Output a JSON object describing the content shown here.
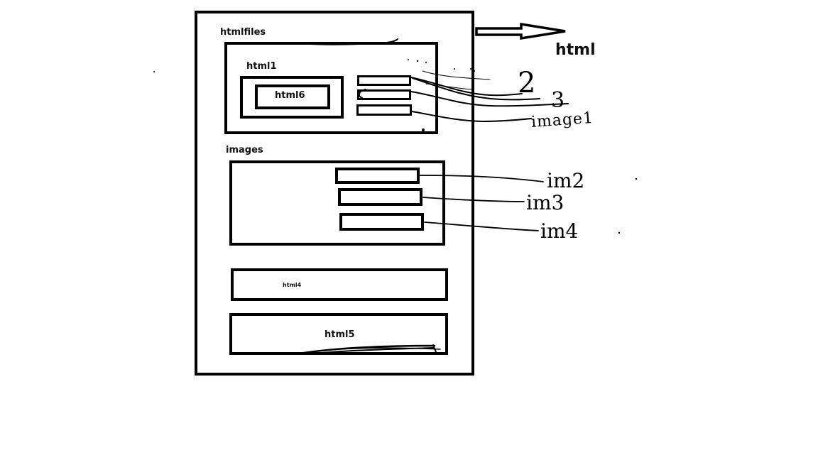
{
  "diagram": {
    "outer_label": "htmlfiles",
    "arrow_target_label": "html",
    "html1": {
      "label": "html1",
      "inner_label": "html6"
    },
    "images": {
      "label": "images"
    },
    "html4": {
      "label": "html4"
    },
    "html5": {
      "label": "html5"
    },
    "annotations": {
      "a2": "2",
      "a3": "3",
      "image1": "image1",
      "im2": "im2",
      "im3": "im3",
      "im4": "im4"
    }
  }
}
